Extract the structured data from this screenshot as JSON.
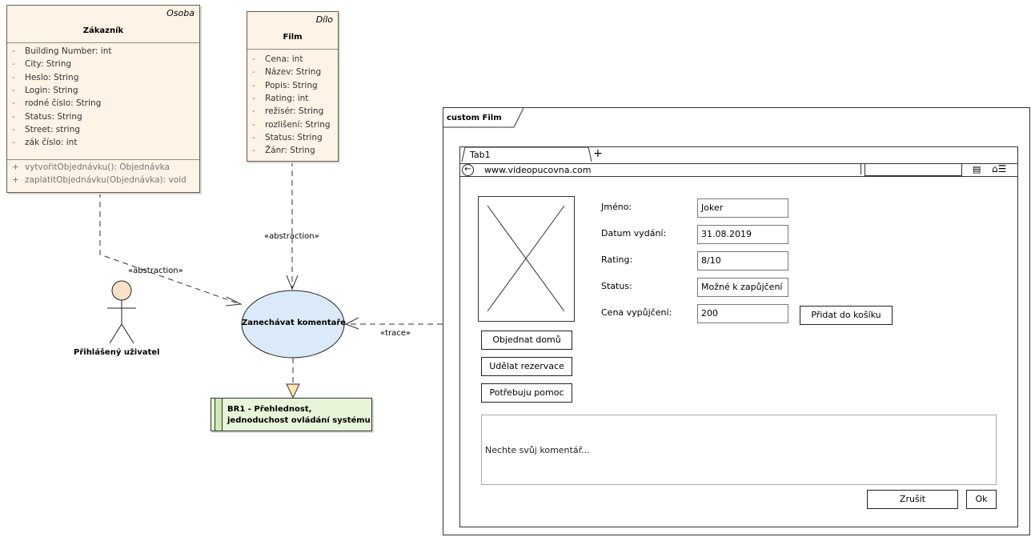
{
  "zakaznik": {
    "stereotype": "Osoba",
    "name": "Zákazník",
    "attributes": [
      {
        "vis": "-",
        "text": "Building Number: int"
      },
      {
        "vis": "-",
        "text": "City: String"
      },
      {
        "vis": "-",
        "text": "Heslo: String"
      },
      {
        "vis": "-",
        "text": "Login: String"
      },
      {
        "vis": "-",
        "text": "rodné číslo: String"
      },
      {
        "vis": "-",
        "text": "Status: String"
      },
      {
        "vis": "-",
        "text": "Street: string"
      },
      {
        "vis": "-",
        "text": "zák číslo: int"
      }
    ],
    "operations": [
      {
        "vis": "+",
        "text": "vytvořitObjednávku(): Objednávka"
      },
      {
        "vis": "+",
        "text": "zaplatitObjednávku(Objednávka): void"
      }
    ]
  },
  "film": {
    "stereotype": "Dílo",
    "name": "Film",
    "attributes": [
      {
        "vis": "-",
        "text": "Cena: int"
      },
      {
        "vis": "-",
        "text": "Název: String"
      },
      {
        "vis": "-",
        "text": "Popis: String"
      },
      {
        "vis": "-",
        "text": "Rating: int"
      },
      {
        "vis": "-",
        "text": "režisér: String"
      },
      {
        "vis": "-",
        "text": "rozlišení: String"
      },
      {
        "vis": "-",
        "text": "Status: String"
      },
      {
        "vis": "-",
        "text": "Žánr: String"
      }
    ]
  },
  "actor": {
    "name": "Přihlášený uživatel"
  },
  "usecase": {
    "name": "Zanechávat komentaře"
  },
  "requirement": {
    "line1": "BR1 - Přehlednost,",
    "line2": "jednoduchost ovládání systému"
  },
  "relations": {
    "abstraction_film": "«abstraction»",
    "abstraction_zakaznik": "«abstraction»",
    "trace": "«trace»"
  },
  "wireframe": {
    "frame_title": "custom Film",
    "tab_label": "Tab1",
    "new_tab": "+",
    "url": "www.videopucovna.com",
    "fields": [
      {
        "label": "Jméno:",
        "value": "Joker"
      },
      {
        "label": "Datum vydání:",
        "value": "31.08.2019"
      },
      {
        "label": "Rating:",
        "value": "8/10"
      },
      {
        "label": "Status:",
        "value": "Možné k zapůjčení"
      },
      {
        "label": "Cena vypůjčení:",
        "value": "200"
      }
    ],
    "add_to_cart": "Přidat do košíku",
    "buttons": [
      "Objednat domů",
      "Udělat rezervace",
      "Potřebuju pomoc"
    ],
    "comment_placeholder": "Nechte svůj komentář...",
    "cancel": "Zrušit",
    "ok": "Ok"
  }
}
